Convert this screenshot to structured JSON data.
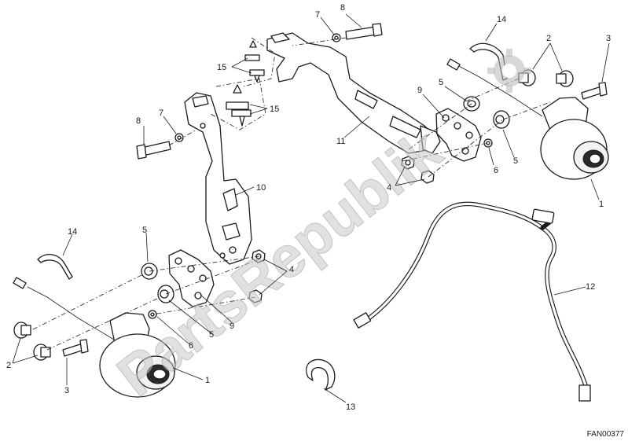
{
  "diagram": {
    "code": "FAN00377",
    "watermark": "PartsRepublik",
    "callouts": [
      {
        "id": "c14a",
        "label": "14"
      },
      {
        "id": "c2a",
        "label": "2"
      },
      {
        "id": "c3a",
        "label": "3"
      },
      {
        "id": "c7a",
        "label": "7"
      },
      {
        "id": "c8a",
        "label": "8"
      },
      {
        "id": "c15a",
        "label": "15"
      },
      {
        "id": "c15b",
        "label": "15"
      },
      {
        "id": "c7b",
        "label": "7"
      },
      {
        "id": "c8b",
        "label": "8"
      },
      {
        "id": "c9a",
        "label": "9"
      },
      {
        "id": "c5a",
        "label": "5"
      },
      {
        "id": "c11",
        "label": "11"
      },
      {
        "id": "c5b",
        "label": "5"
      },
      {
        "id": "c6a",
        "label": "6"
      },
      {
        "id": "c4a",
        "label": "4"
      },
      {
        "id": "c1a",
        "label": "1"
      },
      {
        "id": "c10",
        "label": "10"
      },
      {
        "id": "c14b",
        "label": "14"
      },
      {
        "id": "c5c",
        "label": "5"
      },
      {
        "id": "c4b",
        "label": "4"
      },
      {
        "id": "c12",
        "label": "12"
      },
      {
        "id": "c9b",
        "label": "9"
      },
      {
        "id": "c5d",
        "label": "5"
      },
      {
        "id": "c6b",
        "label": "6"
      },
      {
        "id": "c2b",
        "label": "2"
      },
      {
        "id": "c3b",
        "label": "3"
      },
      {
        "id": "c1b",
        "label": "1"
      },
      {
        "id": "c13",
        "label": "13"
      }
    ]
  }
}
